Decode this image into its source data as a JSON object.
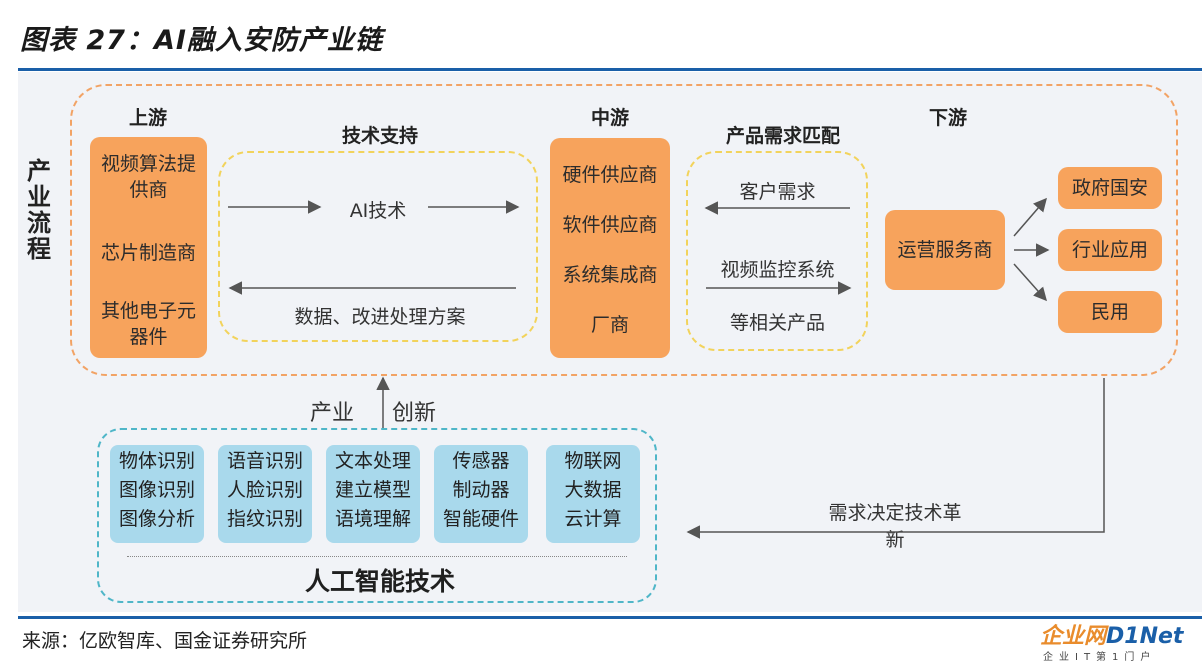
{
  "title": "图表 27：AI融入安防产业链",
  "source": "来源：亿欧智库、国金证券研究所",
  "side_label": "产业流程",
  "headings": {
    "upstream": "上游",
    "tech_support": "技术支持",
    "midstream": "中游",
    "demand_match": "产品需求匹配",
    "downstream": "下游"
  },
  "upstream_box": {
    "item1": "视频算法提供商",
    "item2": "芯片制造商",
    "item3": "其他电子元器件"
  },
  "tech_support": {
    "arrow_right_label": "AI技术",
    "arrow_left_label": "数据、改进处理方案"
  },
  "midstream_box": [
    "硬件供应商",
    "软件供应商",
    "系统集成商",
    "厂商"
  ],
  "demand_match": {
    "arrow_left_label": "客户需求",
    "arrow_right_label_1": "视频监控系统",
    "arrow_right_label_2": "等相关产品"
  },
  "operator": "运营服务商",
  "downstream": [
    "政府国安",
    "行业应用",
    "民用"
  ],
  "feedback": {
    "industry": "产业",
    "innovation": "创新",
    "demand_label": "需求决定技术革新"
  },
  "ai_tech": {
    "title": "人工智能技术",
    "groups": [
      [
        "物体识别",
        "图像识别",
        "图像分析"
      ],
      [
        "语音识别",
        "人脸识别",
        "指纹识别"
      ],
      [
        "文本处理",
        "建立模型",
        "语境理解"
      ],
      [
        "传感器",
        "制动器",
        "智能硬件"
      ],
      [
        "物联网",
        "大数据",
        "云计算"
      ]
    ]
  },
  "logo": {
    "brand_a": "企业网",
    "brand_b": "D1Net",
    "sub": "企业IT第1门户"
  },
  "colors": {
    "orange": "#f7a35c",
    "blue": "#a9d9ec",
    "accent_rule": "#1a5fa8"
  }
}
